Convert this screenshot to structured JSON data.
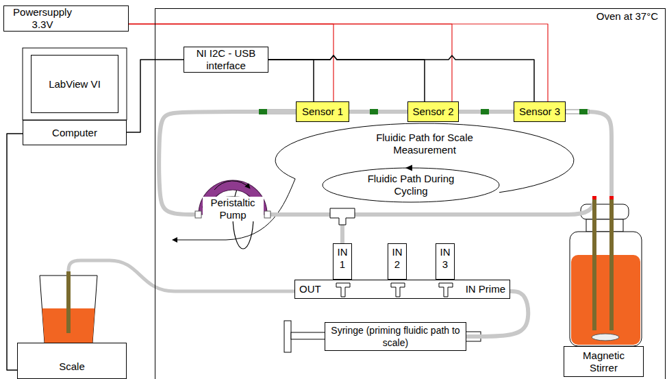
{
  "diagram": {
    "nodes": [
      {
        "text": [
          "Powersupply 3.3V"
        ]
      },
      {
        "text": [
          "LabView VI"
        ]
      },
      {
        "text": [
          "Computer"
        ]
      },
      {
        "text": [
          "Oven at 37°C"
        ]
      },
      {
        "text": [
          "NI I2C - USB interface"
        ],
        "in": 3
      },
      {
        "text": [
          "Sensor 1"
        ],
        "in": 3
      },
      {
        "text": [
          "Sensor 2"
        ],
        "in": 3
      },
      {
        "text": [
          "Sensor 3"
        ],
        "in": 3
      },
      {
        "text": [
          "Fluidic Path for Scale Measurement"
        ],
        "in": 3
      },
      {
        "text": [
          "Fluidic Path During Cycling"
        ],
        "in": 8
      },
      {
        "text": [
          "Peristaltic Pump"
        ],
        "in": 3
      },
      {
        "text": [
          "IN 1"
        ],
        "in": 3
      },
      {
        "text": [
          "IN 2"
        ],
        "in": 3
      },
      {
        "text": [
          "IN 3"
        ],
        "in": 3
      },
      {
        "text": [
          "OUT",
          "IN Prime"
        ],
        "in": 3
      },
      {
        "text": [
          "Syringe (priming fluidic path to scale)"
        ],
        "in": 3
      },
      {
        "text": [
          "Magnetic Stirrer"
        ],
        "in": 3
      },
      {
        "text": [
          "Scale"
        ]
      }
    ],
    "edges": [
      {
        "from": 0,
        "to": 5,
        "arrow": "none"
      },
      {
        "from": 0,
        "to": 6,
        "arrow": "none"
      },
      {
        "from": 0,
        "to": 7,
        "arrow": "none"
      },
      {
        "from": 2,
        "to": 4,
        "arrow": "none"
      },
      {
        "from": 4,
        "to": 5,
        "arrow": "none"
      },
      {
        "from": 4,
        "to": 6,
        "arrow": "none"
      },
      {
        "from": 4,
        "to": 7,
        "arrow": "none"
      },
      {
        "from": 5,
        "to": 6,
        "arrow": "none"
      },
      {
        "from": 6,
        "to": 7,
        "arrow": "none"
      },
      {
        "from": 5,
        "to": 10,
        "arrow": "none"
      },
      {
        "from": 10,
        "to": 11,
        "arrow": "none"
      },
      {
        "from": 15,
        "to": 14,
        "arrow": "none"
      },
      {
        "from": 2,
        "to": 17,
        "arrow": "none"
      }
    ]
  }
}
